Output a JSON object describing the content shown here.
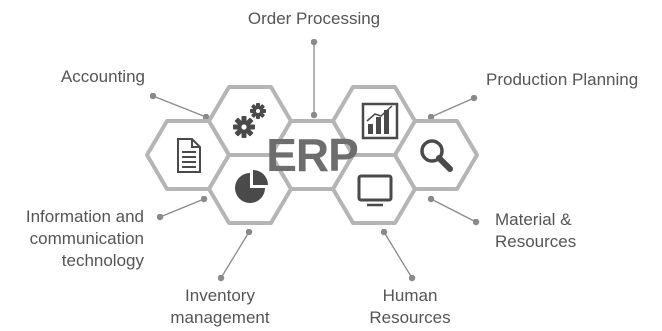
{
  "diagram": {
    "center_label": "ERP",
    "colors": {
      "hex_stroke": "#b5b5b5",
      "hex_fill": "#ffffff",
      "icon": "#4a4a4a",
      "connector": "#8a8a8a",
      "text": "#555555"
    },
    "modules": [
      {
        "id": "order-processing",
        "label": "Order Processing",
        "icon": "erp-center"
      },
      {
        "id": "accounting",
        "label": "Accounting",
        "icon": "gears-icon"
      },
      {
        "id": "production-planning",
        "label": "Production Planning",
        "icon": "bar-chart-icon"
      },
      {
        "id": "information-and-communication-technology",
        "label": "Information and\ncommunication\ntechnology",
        "icon": "document-icon"
      },
      {
        "id": "material-and-resources",
        "label": "Material &\nResources",
        "icon": "magnifier-icon"
      },
      {
        "id": "inventory-management",
        "label": "Inventory\nmanagement",
        "icon": "pie-chart-icon"
      },
      {
        "id": "human-resources",
        "label": "Human\nResources",
        "icon": "monitor-icon"
      }
    ]
  }
}
